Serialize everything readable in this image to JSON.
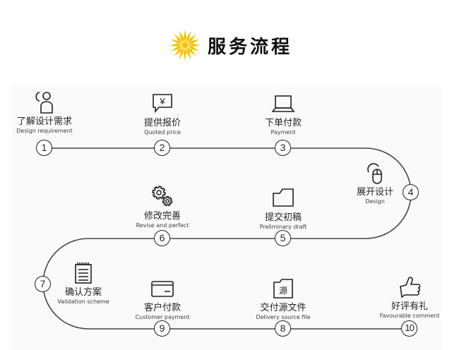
{
  "header": {
    "title": "服务流程",
    "accent_color": "#f2c200"
  },
  "line_color": "#4a4444",
  "steps": [
    {
      "number": "1",
      "cn": "了解设计需求",
      "en": "Design requirement",
      "icon": "customer-service-icon"
    },
    {
      "number": "2",
      "cn": "提供报价",
      "en": "Quoted price",
      "icon": "price-quote-icon",
      "icon_text": "¥"
    },
    {
      "number": "3",
      "cn": "下单付款",
      "en": "Payment",
      "icon": "laptop-icon"
    },
    {
      "number": "4",
      "cn": "展开设计",
      "en": "Design",
      "icon": "mouse-icon"
    },
    {
      "number": "5",
      "cn": "提交初稿",
      "en": "Preliminary draft",
      "icon": "folder-icon"
    },
    {
      "number": "6",
      "cn": "修改完善",
      "en": "Revise and perfect",
      "icon": "gears-icon"
    },
    {
      "number": "7",
      "cn": "确认方案",
      "en": "Validation scheme",
      "icon": "notepad-icon"
    },
    {
      "number": "8",
      "cn": "交付源文件",
      "en": "Delivery source file",
      "icon": "source-folder-icon",
      "icon_text": "源"
    },
    {
      "number": "9",
      "cn": "客户付款",
      "en": "Customer payment",
      "icon": "credit-card-icon"
    },
    {
      "number": "10",
      "cn": "好评有礼",
      "en": "Favourable comment",
      "icon": "thumbs-up-icon"
    }
  ]
}
